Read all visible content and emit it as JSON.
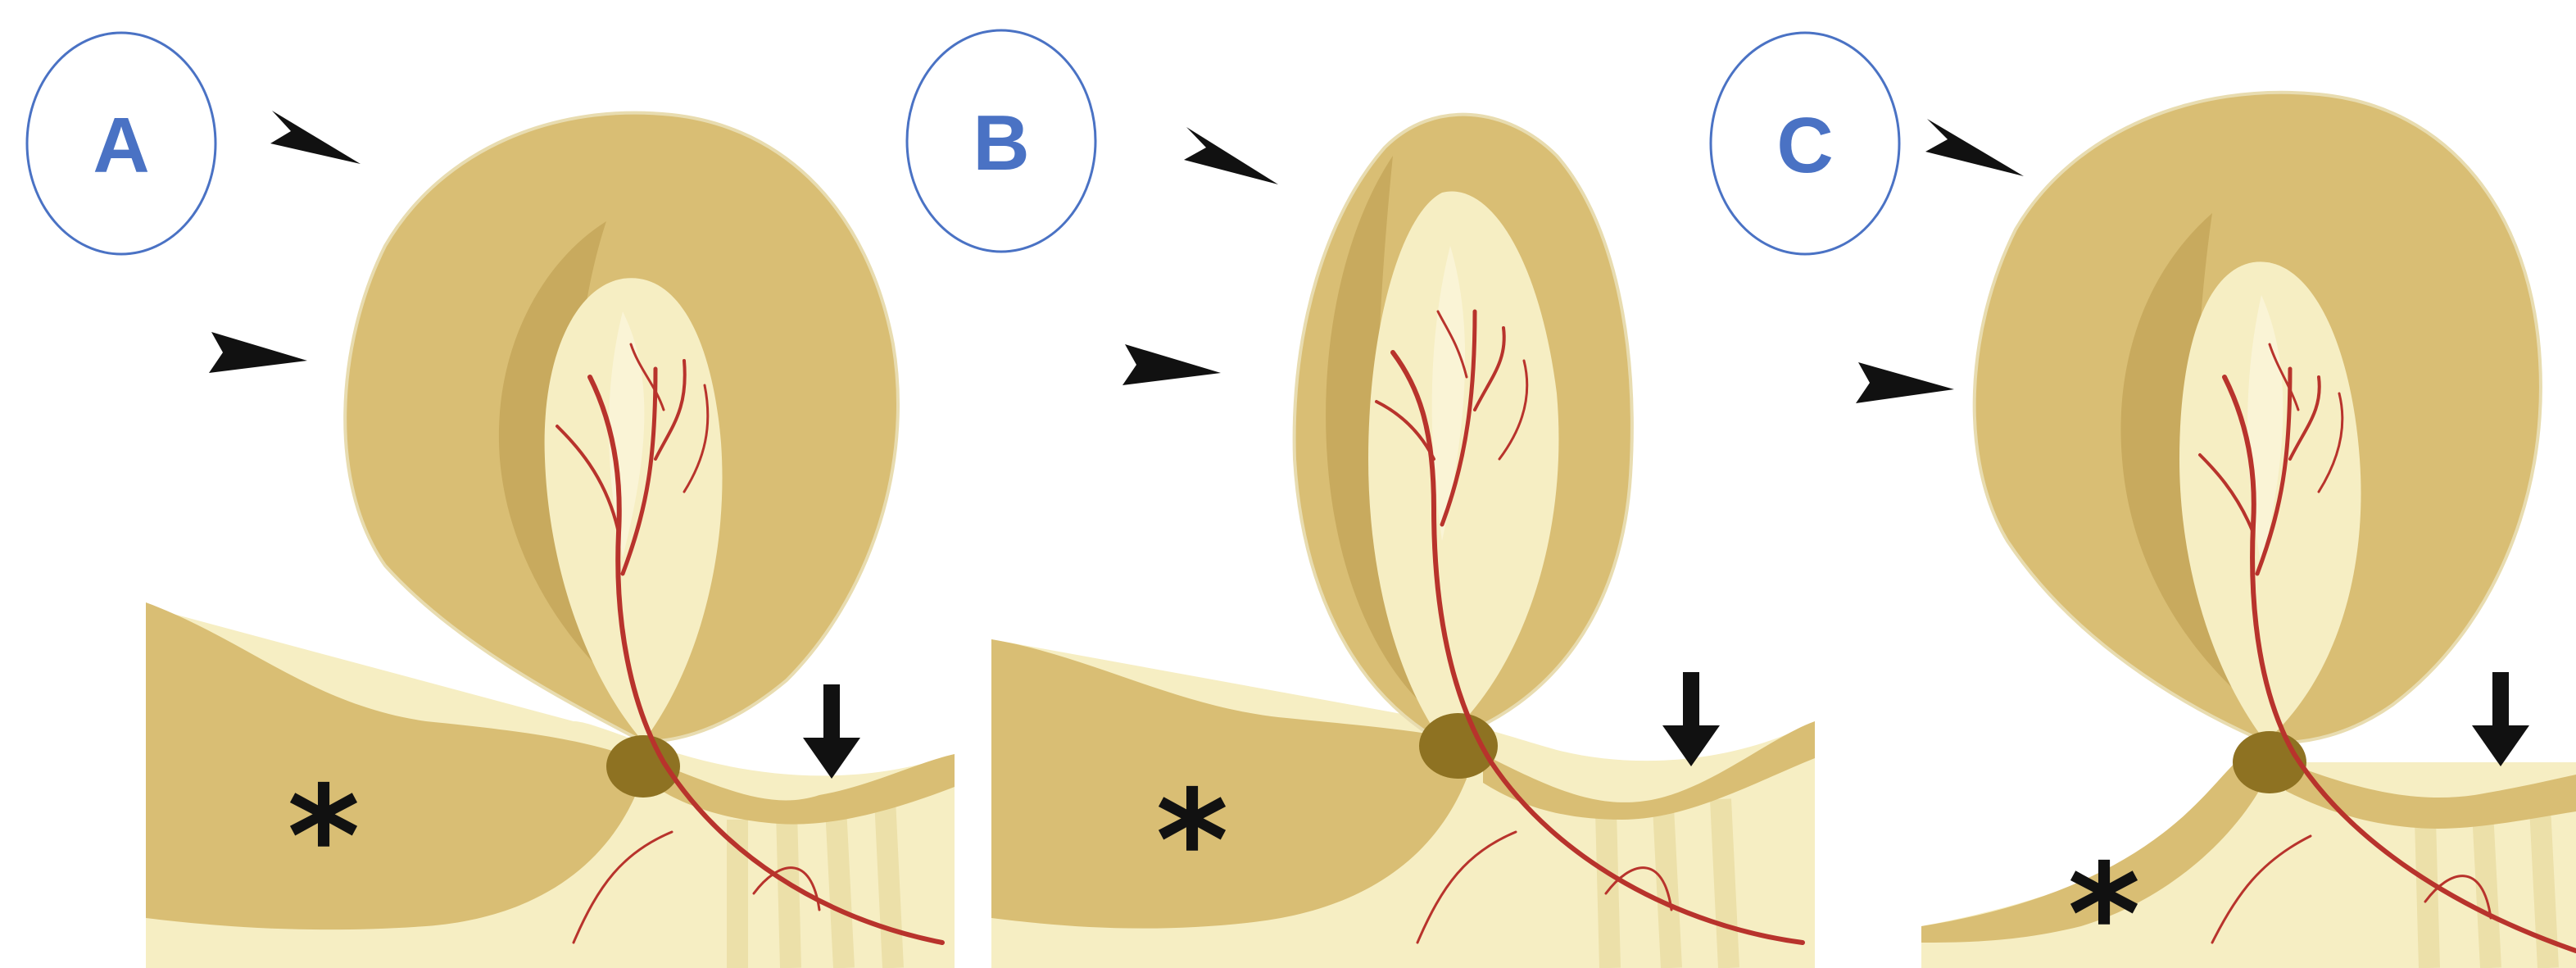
{
  "panels": [
    {
      "label": "A"
    },
    {
      "label": "B"
    },
    {
      "label": "C"
    }
  ],
  "colors": {
    "gum": "#d9be74",
    "gum_shadow": "#c8aa5e",
    "gum_dark": "#b99a4f",
    "tissue": "#f6eec3",
    "tissue_light": "#faf4d6",
    "follicle": "#8e7222",
    "vessel": "#b8332c",
    "label_circle": "#4a72c4",
    "label_text": "#4a72c4",
    "marker": "#111111"
  }
}
